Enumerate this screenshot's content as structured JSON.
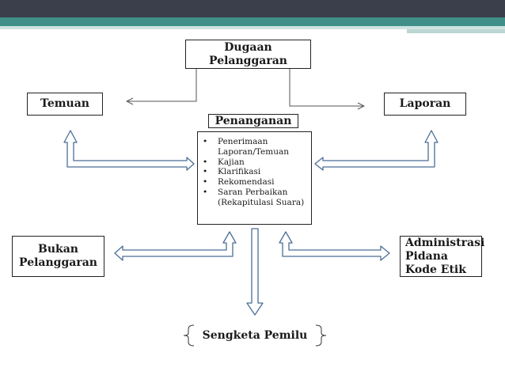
{
  "diagram": {
    "top": {
      "line1": "Dugaan",
      "line2": "Pelanggaran"
    },
    "left_source": "Temuan",
    "right_source": "Laporan",
    "process_title": "Penanganan",
    "process_steps": [
      "Penerimaan Laporan/Temuan",
      "Kajian",
      "Klarifikasi",
      "Rekomendasi",
      "Saran Perbaikan (Rekapitulasi Suara)"
    ],
    "outcome_left": {
      "line1": "Bukan",
      "line2": "Pelanggaran"
    },
    "outcome_right": [
      "Administrasi",
      "Pidana",
      "Kode Etik"
    ],
    "outcome_bottom": "Sengketa Pemilu"
  },
  "colors": {
    "header_dark": "#3b3f4c",
    "header_teal": "#3f8f88",
    "header_light": "#cfe3e1",
    "arrow_stroke": "#4a6e98"
  }
}
